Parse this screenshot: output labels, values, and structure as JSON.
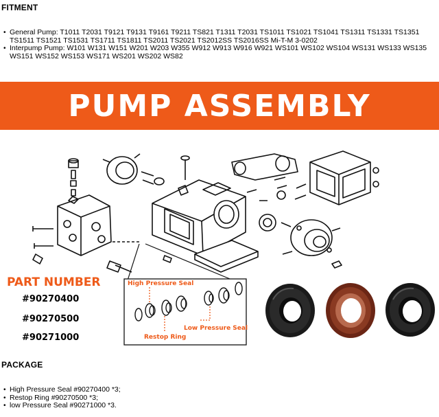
{
  "fitment": {
    "heading": "FITMENT",
    "items": [
      "General Pump: T1011 T2031 T9121 T9131 T9161 T9211 TS821 T1311 T2031 TS1011 TS1021 TS1041 TS1311 TS1331 TS1351 TS1511 TS1521 TS1531 TS1711 TS1811 TS2011 TS2021 TS2012SS TS2016SS Mi-T-M 3-0202",
      "Interpump Pump: W101 W131 W151 W201 W203 W355 W912 W913 W916 W921 WS101 WS102 WS104 WS131 WS133 WS135 WS151 WS152 WS153 WS171 WS201 WS202 WS82"
    ]
  },
  "banner": {
    "title": "PUMP ASSEMBLY"
  },
  "part_numbers": {
    "title": "PART NUMBER",
    "items": [
      "#90270400",
      "#90270500",
      "#90271000"
    ]
  },
  "diagram": {
    "callouts": {
      "high_pressure_seal": "High Pressure Seal",
      "low_pressure_seal": "Low Pressure Seal",
      "restop_ring": "Restop Ring"
    }
  },
  "package": {
    "heading": "PACKAGE",
    "items": [
      "High Pressure Seal #90270400 *3;",
      "Restop Ring #90270500 *3;",
      "low Pressure Seal #90271000 *3."
    ]
  },
  "colors": {
    "accent": "#ee5a19",
    "seal_black": "#151515",
    "seal_brown": "#7a2e1a"
  }
}
